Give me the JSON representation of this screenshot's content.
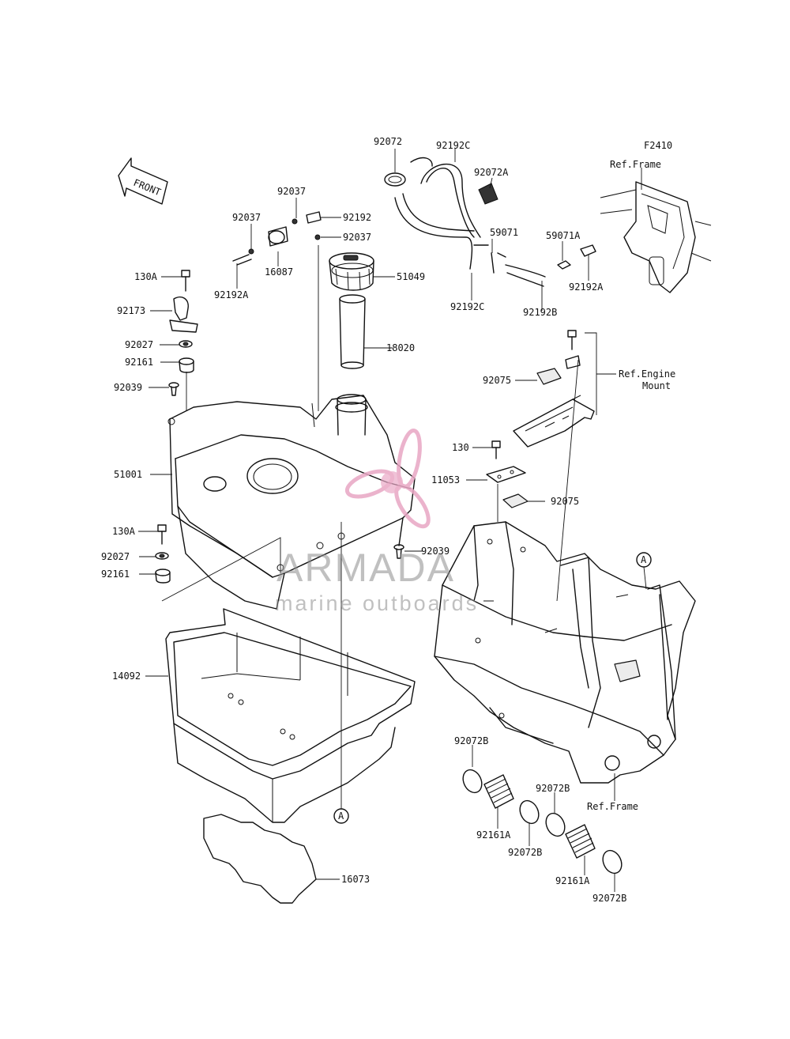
{
  "diagram": {
    "code": "F2410",
    "front_label": "FRONT",
    "refs": {
      "frame_top": "Ref.Frame",
      "engine_mount_line1": "Ref.Engine",
      "engine_mount_line2": "Mount",
      "frame_bottom": "Ref.Frame"
    },
    "callout_letter": "A",
    "parts": [
      "92072",
      "92192C",
      "92072A",
      "92037",
      "92192",
      "92037",
      "92037",
      "16087",
      "92192A",
      "51049",
      "59071",
      "59071A",
      "92192A",
      "92192C",
      "92192B",
      "130A",
      "92173",
      "92027",
      "18020",
      "92161",
      "92075",
      "92039",
      "130",
      "11053",
      "92075",
      "51001",
      "130A",
      "92039",
      "92027",
      "92161",
      "14092",
      "92072B",
      "92072B",
      "92161A",
      "92072B",
      "92161A",
      "92072B",
      "16073"
    ]
  },
  "watermark": {
    "brand": "ARMADA",
    "tagline": "marine outboards",
    "accent_color": "#e8a6c4"
  }
}
